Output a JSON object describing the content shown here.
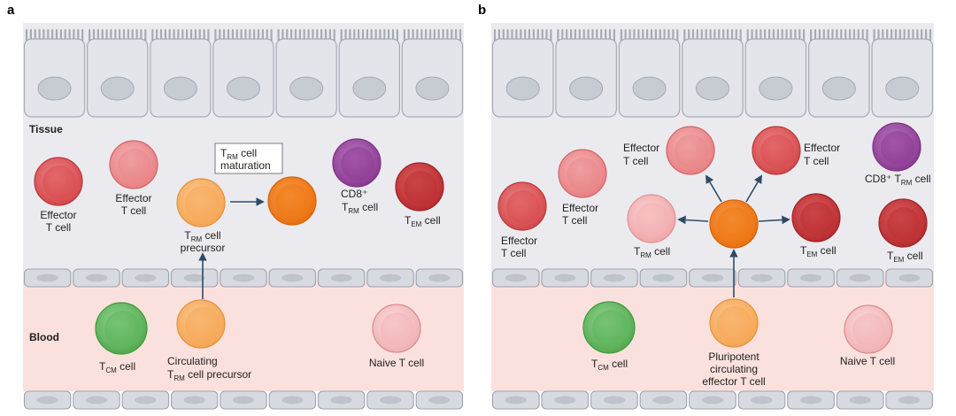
{
  "panels": [
    {
      "letter": "a",
      "tissue_label": "Tissue",
      "blood_label": "Blood",
      "box_label": {
        "line1": [
          "T",
          "RM",
          " cell"
        ],
        "line2": "maturation"
      },
      "cells": {
        "effector1": {
          "line1": "Effector",
          "line2": "T cell"
        },
        "effector2": {
          "line1": "Effector",
          "line2": "T cell"
        },
        "trm_precursor": {
          "line1": [
            "T",
            "RM",
            " cell"
          ],
          "line2": "precursor"
        },
        "cd8_trm": {
          "line1": "CD8⁺",
          "line2": [
            "T",
            "RM",
            " cell"
          ]
        },
        "tem": [
          "T",
          "EM",
          " cell"
        ],
        "tcm": [
          "T",
          "CM",
          " cell"
        ],
        "circulating": {
          "line1": "Circulating",
          "line2": [
            "T",
            "RM",
            " cell precursor"
          ]
        },
        "naive": "Naive T cell"
      }
    },
    {
      "letter": "b",
      "cells": {
        "effector1": {
          "line1": "Effector",
          "line2": "T cell"
        },
        "effector2": {
          "line1": "Effector",
          "line2": "T cell"
        },
        "effector3": {
          "line1": "Effector",
          "line2": "T cell"
        },
        "effector4": {
          "line1": "Effector",
          "line2": "T cell"
        },
        "cd8_trm": [
          "CD8⁺ T",
          "RM",
          " cell"
        ],
        "trm": [
          "T",
          "RM",
          " cell"
        ],
        "tem1": [
          "T",
          "EM",
          " cell"
        ],
        "tem2": [
          "T",
          "EM",
          " cell"
        ],
        "tcm": [
          "T",
          "CM",
          " cell"
        ],
        "pluripotent": {
          "line1": "Pluripotent",
          "line2": "circulating",
          "line3": "effector T cell"
        },
        "naive": "Naive T cell"
      }
    }
  ],
  "colors": {
    "effector": "#dd5f61",
    "effector_light": "#ec9497",
    "trm_light": "#f5b9bb",
    "precursor": "#f8b26d",
    "trm_mature": "#f07f1e",
    "cd8_trm": "#9a4aa0",
    "tem": "#c7383a",
    "tcm": "#6ac068",
    "naive": "#f4c3c5",
    "tissue_bg": "#ebebef",
    "blood_bg": "#fbe1dd",
    "arrow": "#2f4a66"
  }
}
